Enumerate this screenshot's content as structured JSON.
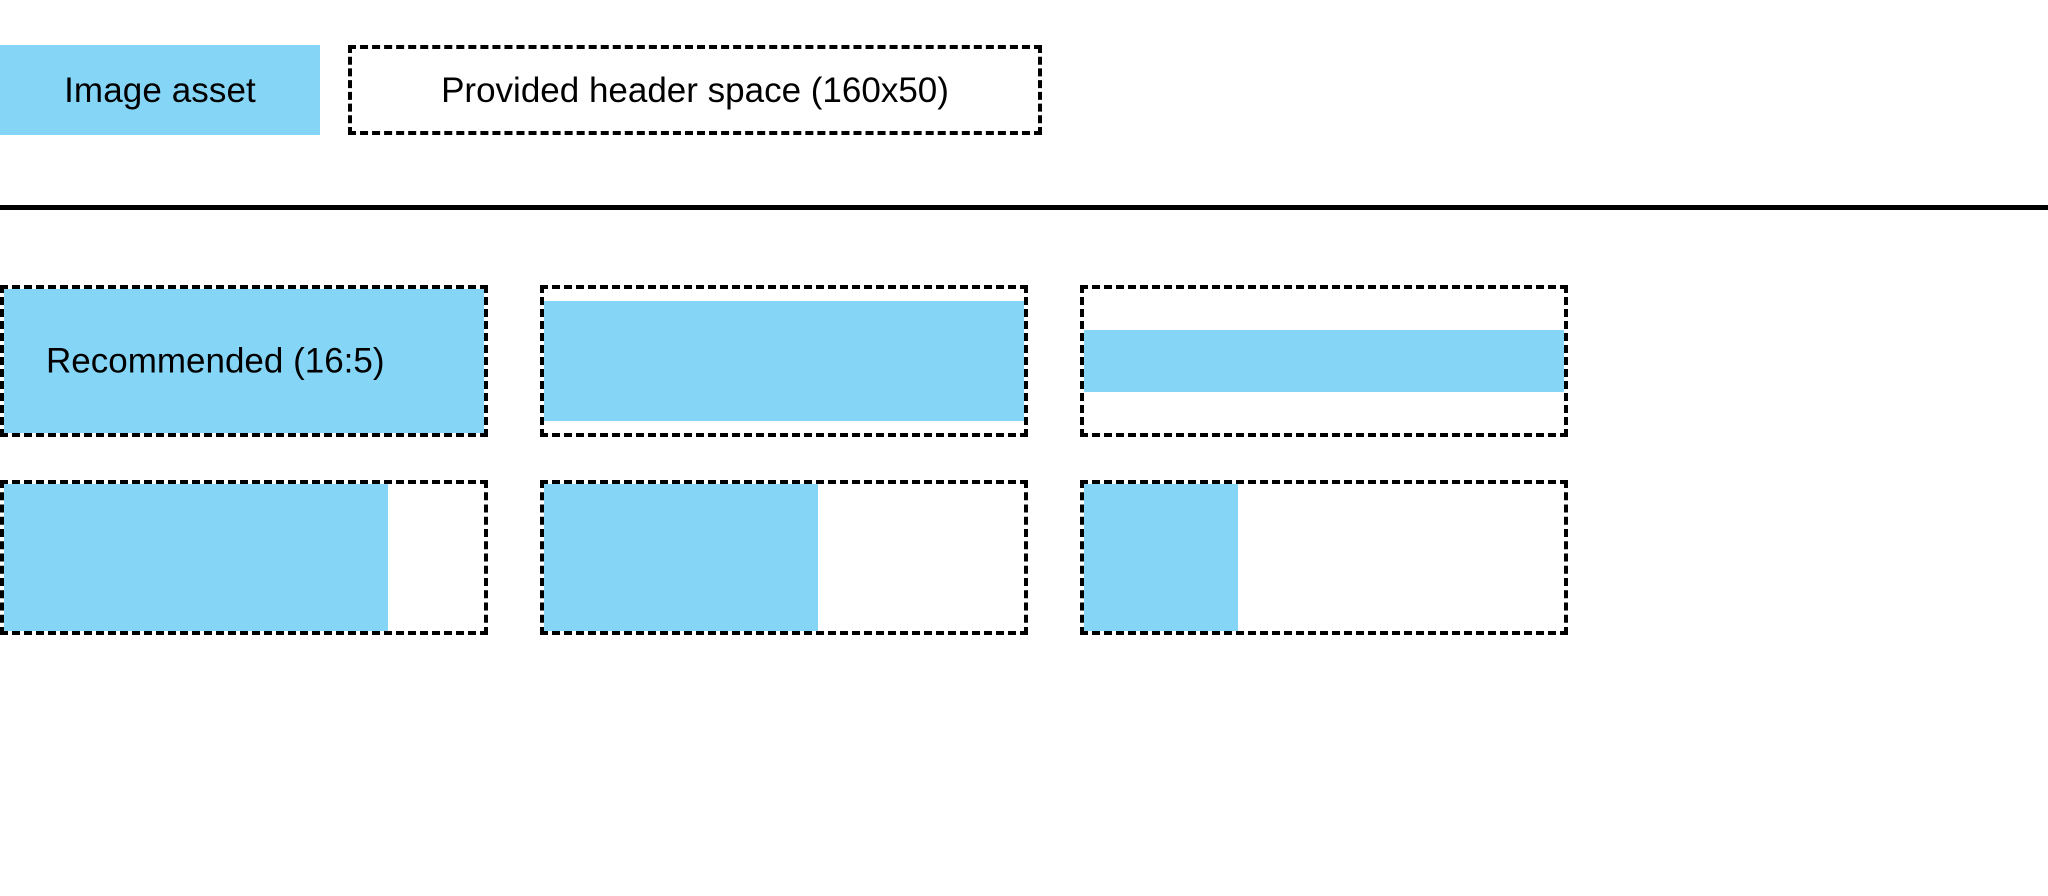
{
  "page": {
    "background": "#ffffff",
    "accent_blue": "#85D5F7",
    "stroke": "#000000"
  },
  "header": {
    "asset_swatch_label": "Image asset",
    "provided_space_label": "Provided header space (160x50)"
  },
  "grid": {
    "rows": [
      {
        "cells": [
          {
            "label": "Recommended (16:5)",
            "fill": "full"
          },
          {
            "label": "",
            "fill": "inset-sm"
          },
          {
            "label": "",
            "fill": "inset-lg"
          }
        ]
      },
      {
        "cells": [
          {
            "label": "",
            "fill": "w80"
          },
          {
            "label": "",
            "fill": "w57"
          },
          {
            "label": "",
            "fill": "w32"
          }
        ]
      }
    ]
  }
}
